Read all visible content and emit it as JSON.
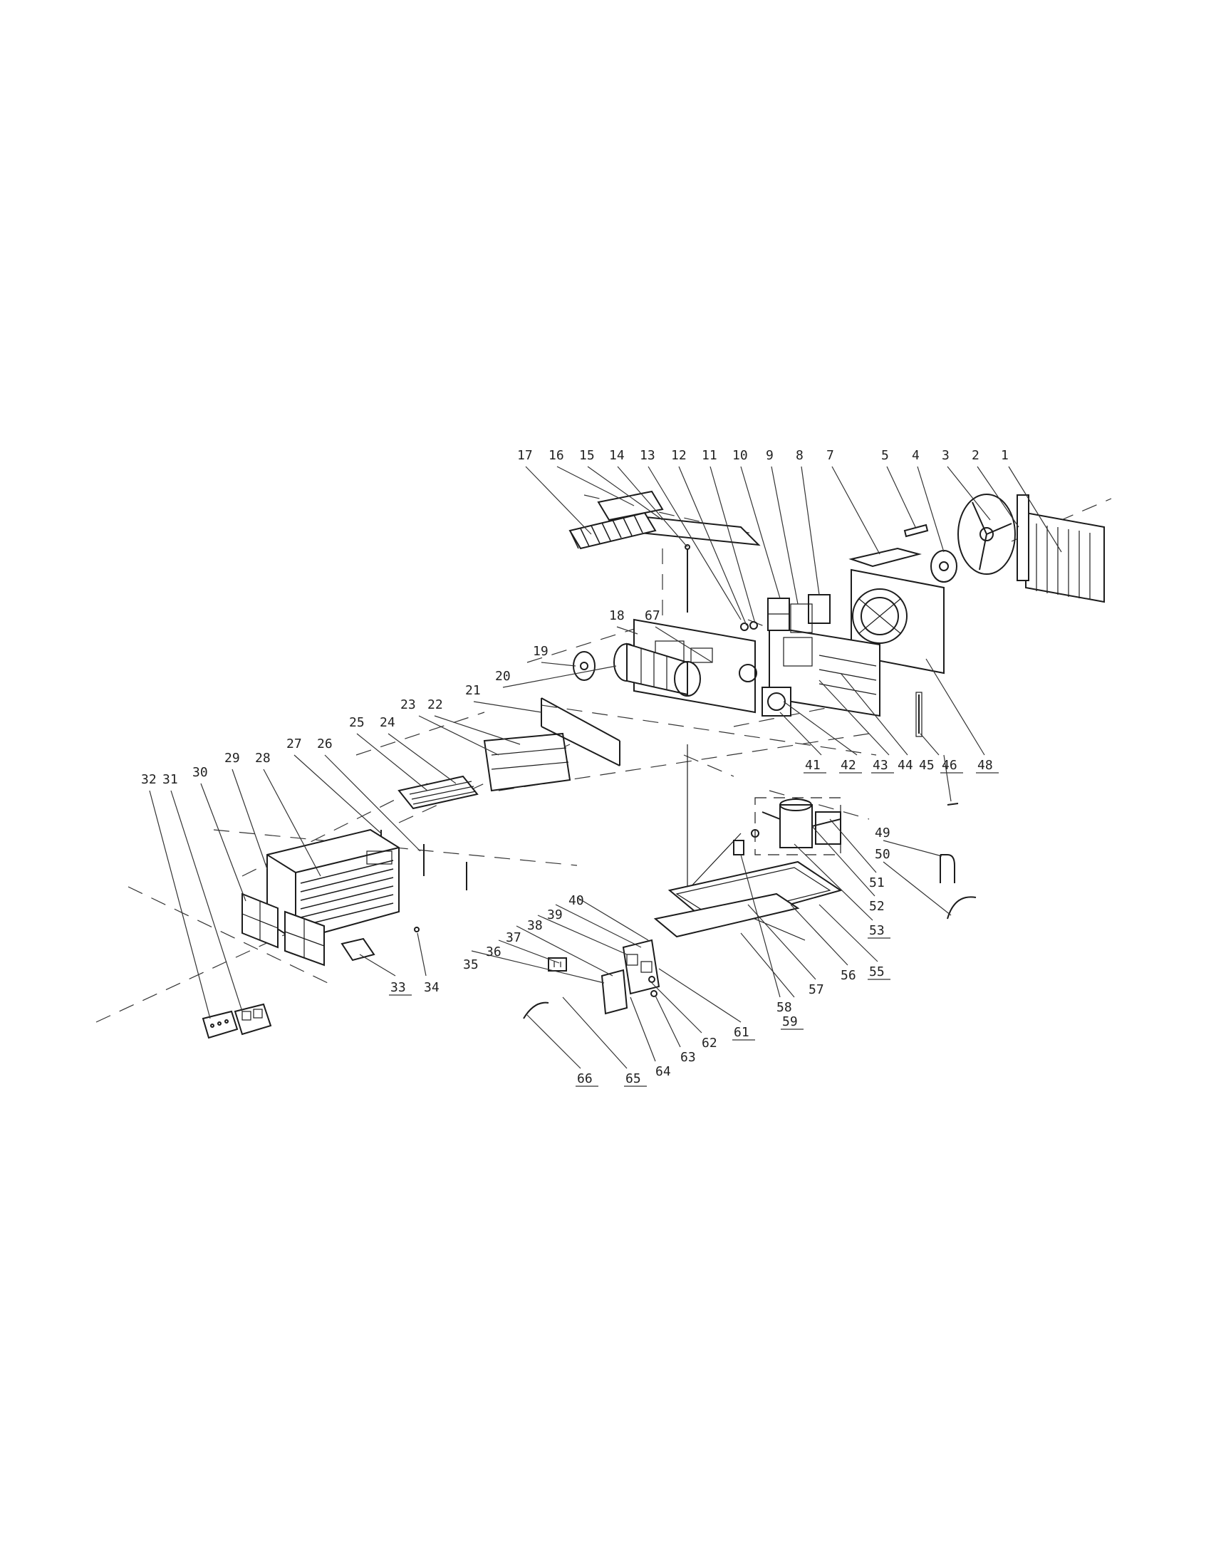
{
  "labels": [
    {
      "id": "1",
      "text": "1"
    },
    {
      "id": "2",
      "text": "2"
    },
    {
      "id": "3",
      "text": "3"
    },
    {
      "id": "4",
      "text": "4"
    },
    {
      "id": "5",
      "text": "5"
    },
    {
      "id": "7",
      "text": "7"
    },
    {
      "id": "8",
      "text": "8"
    },
    {
      "id": "9",
      "text": "9"
    },
    {
      "id": "10",
      "text": "10"
    },
    {
      "id": "11",
      "text": "11"
    },
    {
      "id": "12",
      "text": "12"
    },
    {
      "id": "13",
      "text": "13"
    },
    {
      "id": "14",
      "text": "14"
    },
    {
      "id": "15",
      "text": "15"
    },
    {
      "id": "16",
      "text": "16"
    },
    {
      "id": "17",
      "text": "17"
    },
    {
      "id": "18",
      "text": "18"
    },
    {
      "id": "19",
      "text": "19"
    },
    {
      "id": "20",
      "text": "20"
    },
    {
      "id": "21",
      "text": "21"
    },
    {
      "id": "22",
      "text": "22"
    },
    {
      "id": "23",
      "text": "23"
    },
    {
      "id": "24",
      "text": "24"
    },
    {
      "id": "25",
      "text": "25"
    },
    {
      "id": "26",
      "text": "26"
    },
    {
      "id": "27",
      "text": "27"
    },
    {
      "id": "28",
      "text": "28"
    },
    {
      "id": "29",
      "text": "29"
    },
    {
      "id": "30",
      "text": "30"
    },
    {
      "id": "31",
      "text": "31"
    },
    {
      "id": "32",
      "text": "32"
    },
    {
      "id": "33",
      "text": "33"
    },
    {
      "id": "34",
      "text": "34"
    },
    {
      "id": "35",
      "text": "35"
    },
    {
      "id": "36",
      "text": "36"
    },
    {
      "id": "37",
      "text": "37"
    },
    {
      "id": "38",
      "text": "38"
    },
    {
      "id": "39",
      "text": "39"
    },
    {
      "id": "40",
      "text": "40"
    },
    {
      "id": "41",
      "text": "41"
    },
    {
      "id": "42",
      "text": "42"
    },
    {
      "id": "43",
      "text": "43"
    },
    {
      "id": "44",
      "text": "44"
    },
    {
      "id": "45",
      "text": "45"
    },
    {
      "id": "46",
      "text": "46"
    },
    {
      "id": "48",
      "text": "48"
    },
    {
      "id": "49",
      "text": "49"
    },
    {
      "id": "50",
      "text": "50"
    },
    {
      "id": "51",
      "text": "51"
    },
    {
      "id": "52",
      "text": "52"
    },
    {
      "id": "53",
      "text": "53"
    },
    {
      "id": "55",
      "text": "55"
    },
    {
      "id": "56",
      "text": "56"
    },
    {
      "id": "57",
      "text": "57"
    },
    {
      "id": "58",
      "text": "58"
    },
    {
      "id": "59",
      "text": "59"
    },
    {
      "id": "61",
      "text": "61"
    },
    {
      "id": "62",
      "text": "62"
    },
    {
      "id": "63",
      "text": "63"
    },
    {
      "id": "64",
      "text": "64"
    },
    {
      "id": "65",
      "text": "65"
    },
    {
      "id": "66",
      "text": "66"
    },
    {
      "id": "67",
      "text": "67"
    }
  ]
}
